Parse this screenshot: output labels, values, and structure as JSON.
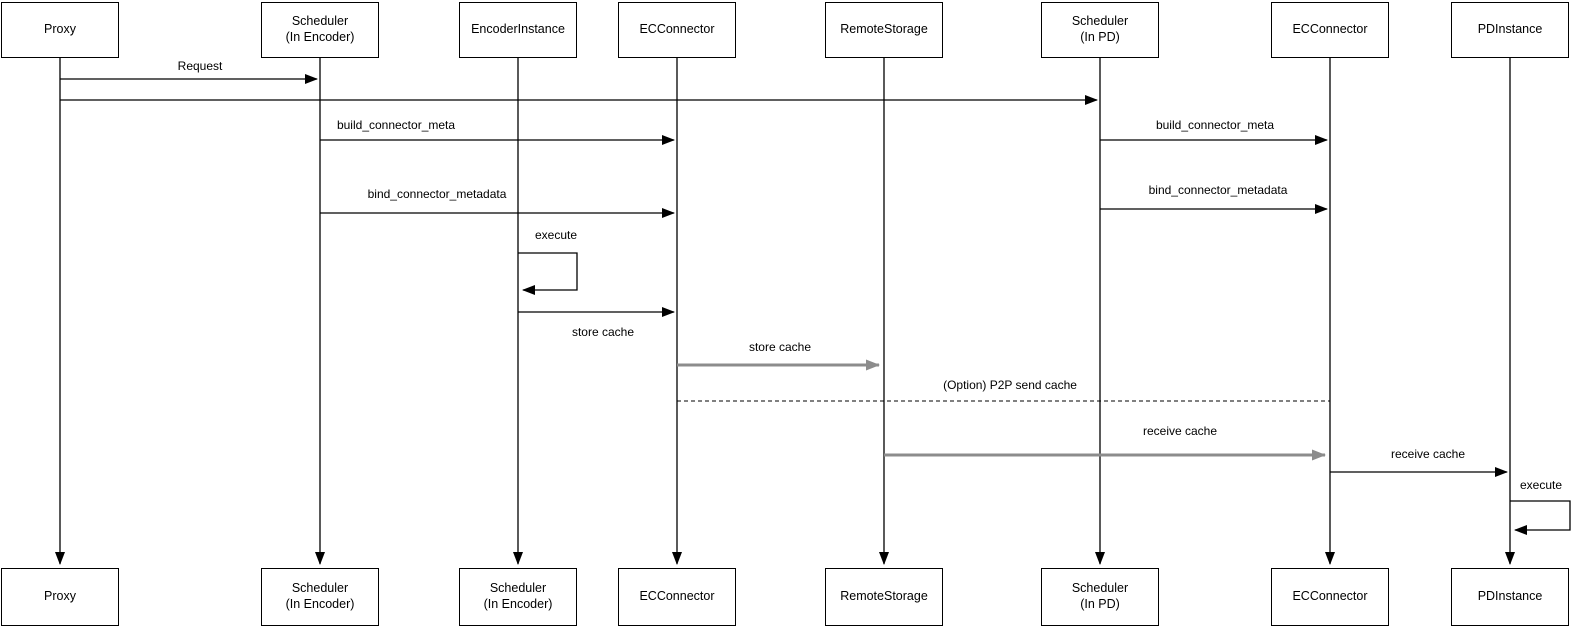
{
  "diagram": {
    "type": "sequence-diagram",
    "background_color": "#ffffff",
    "line_color": "#000000",
    "thick_arrow_color": "#8c8c8c",
    "participants": [
      {
        "id": "proxy",
        "top_label": "Proxy",
        "bottom_label": "Proxy"
      },
      {
        "id": "scheduler-in-encoder",
        "top_label": "Scheduler\n(In Encoder)",
        "bottom_label": "Scheduler\n(In Encoder)"
      },
      {
        "id": "encoder-instance",
        "top_label": "EncoderInstance",
        "bottom_label": "Scheduler\n(In Encoder)"
      },
      {
        "id": "ec-connector-encoder",
        "top_label": "ECConnector",
        "bottom_label": "ECConnector"
      },
      {
        "id": "remote-storage",
        "top_label": "RemoteStorage",
        "bottom_label": "RemoteStorage"
      },
      {
        "id": "scheduler-in-pd",
        "top_label": "Scheduler\n(In PD)",
        "bottom_label": "Scheduler\n(In PD)"
      },
      {
        "id": "ec-connector-pd",
        "top_label": "ECConnector",
        "bottom_label": "ECConnector"
      },
      {
        "id": "pd-instance",
        "top_label": "PDInstance",
        "bottom_label": "PDInstance"
      }
    ],
    "messages": [
      {
        "label": "Request",
        "from": "Proxy",
        "to": "Scheduler (In Encoder)",
        "style": "solid"
      },
      {
        "label": "",
        "from": "Proxy",
        "to": "Scheduler (In PD)",
        "style": "solid"
      },
      {
        "label": "build_connector_meta",
        "from": "Scheduler (In Encoder)",
        "to": "ECConnector",
        "style": "solid"
      },
      {
        "label": "build_connector_meta",
        "from": "Scheduler (In PD)",
        "to": "ECConnector",
        "style": "solid"
      },
      {
        "label": "bind_connector_metadata",
        "from": "Scheduler (In Encoder)",
        "to": "ECConnector",
        "style": "solid"
      },
      {
        "label": "bind_connector_metadata",
        "from": "Scheduler (In PD)",
        "to": "ECConnector",
        "style": "solid"
      },
      {
        "label": "execute",
        "from": "EncoderInstance",
        "to": "EncoderInstance",
        "style": "self"
      },
      {
        "label": "store cache",
        "from": "EncoderInstance",
        "to": "ECConnector",
        "style": "solid"
      },
      {
        "label": "store cache",
        "from": "ECConnector",
        "to": "RemoteStorage",
        "style": "thick-gray"
      },
      {
        "label": "(Option) P2P send cache",
        "from": "ECConnector",
        "to": "ECConnector (In PD)",
        "style": "dashed"
      },
      {
        "label": "receive cache",
        "from": "RemoteStorage",
        "to": "ECConnector (In PD)",
        "style": "thick-gray"
      },
      {
        "label": "receive cache",
        "from": "ECConnector (In PD)",
        "to": "PDInstance",
        "style": "solid"
      },
      {
        "label": "execute",
        "from": "PDInstance",
        "to": "PDInstance",
        "style": "self"
      }
    ]
  }
}
